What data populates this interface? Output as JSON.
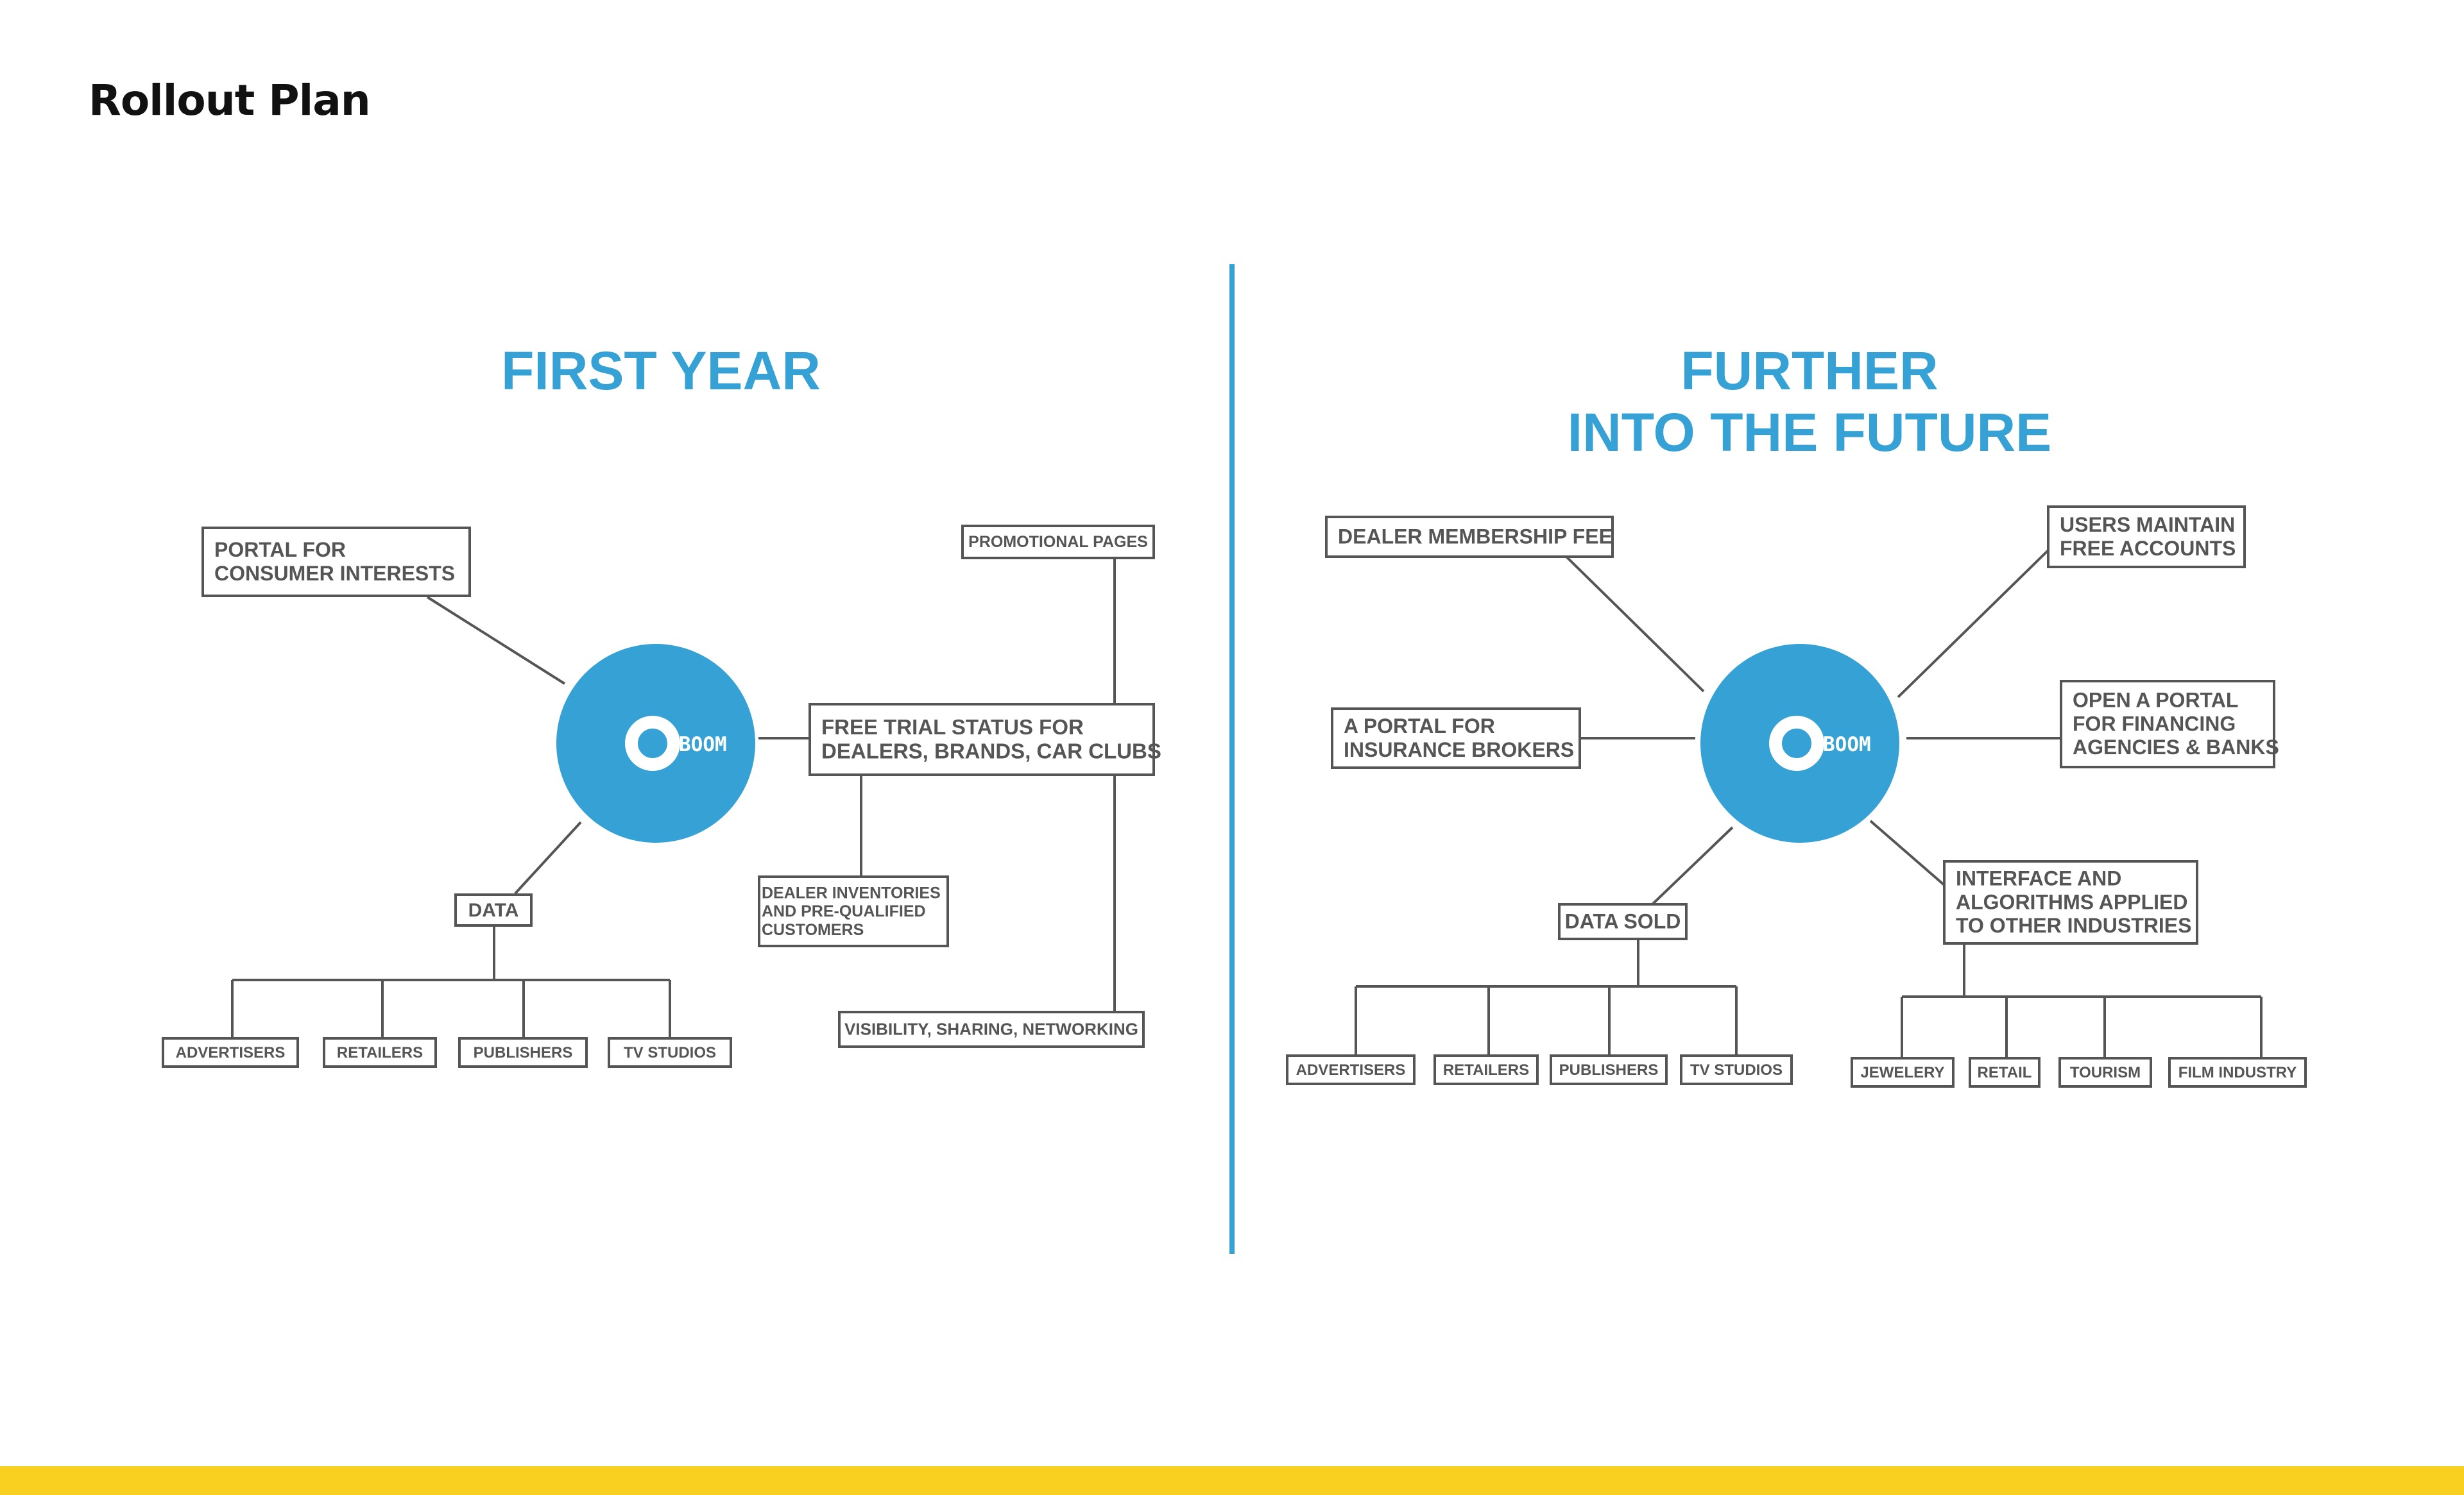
{
  "title": "Rollout Plan",
  "colors": {
    "accent": "#35a1d5",
    "box_stroke": "#555555",
    "text": "#555555",
    "bottom_bar": "#f9cf20"
  },
  "first_year": {
    "heading": "FIRST YEAR",
    "center_logo": "BOOM",
    "nodes": {
      "portal_consumer": [
        "PORTAL FOR",
        "CONSUMER INTERESTS"
      ],
      "promotional": [
        "PROMOTIONAL PAGES"
      ],
      "free_trial": [
        "FREE TRIAL STATUS FOR",
        "DEALERS, BRANDS, CAR CLUBS"
      ],
      "dealer_inventories": [
        "DEALER INVENTORIES",
        "AND PRE-QUALIFIED",
        "CUSTOMERS"
      ],
      "visibility": [
        "VISIBILITY, SHARING, NETWORKING"
      ],
      "data": [
        "DATA"
      ],
      "advertisers": [
        "ADVERTISERS"
      ],
      "retailers": [
        "RETAILERS"
      ],
      "publishers": [
        "PUBLISHERS"
      ],
      "tv_studios": [
        "TV STUDIOS"
      ]
    }
  },
  "future": {
    "heading": [
      "FURTHER",
      "INTO THE FUTURE"
    ],
    "center_logo": "BOOM",
    "nodes": {
      "dealer_fee": [
        "DEALER MEMBERSHIP FEE"
      ],
      "users_free": [
        "USERS MAINTAIN",
        "FREE ACCOUNTS"
      ],
      "insurance": [
        "A PORTAL FOR",
        "INSURANCE BROKERS"
      ],
      "financing": [
        "OPEN A PORTAL",
        "FOR FINANCING",
        "AGENCIES & BANKS"
      ],
      "data_sold": [
        "DATA SOLD"
      ],
      "interface": [
        "INTERFACE AND",
        "ALGORITHMS APPLIED",
        "TO OTHER INDUSTRIES"
      ],
      "advertisers": [
        "ADVERTISERS"
      ],
      "retailers": [
        "RETAILERS"
      ],
      "publishers": [
        "PUBLISHERS"
      ],
      "tv_studios": [
        "TV STUDIOS"
      ],
      "jewelery": [
        "JEWELERY"
      ],
      "retail": [
        "RETAIL"
      ],
      "tourism": [
        "TOURISM"
      ],
      "film": [
        "FILM INDUSTRY"
      ]
    }
  }
}
